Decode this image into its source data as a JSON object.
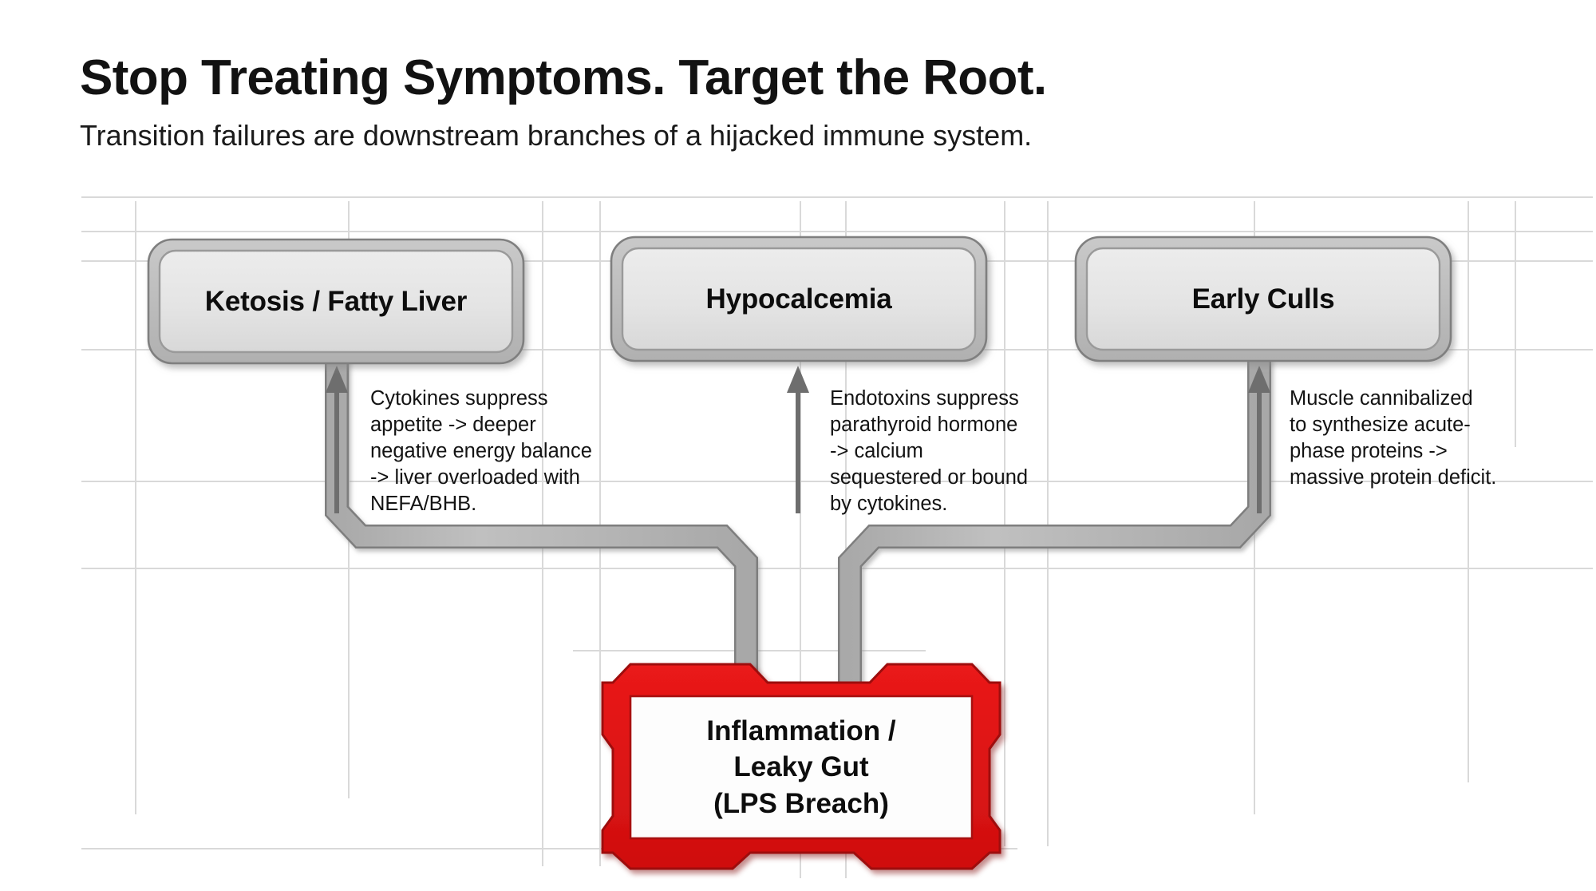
{
  "header": {
    "title": "Stop Treating Symptoms. Target the Root.",
    "subtitle": "Transition failures are downstream branches of a hijacked immune system."
  },
  "colors": {
    "background": "#ffffff",
    "guide_line": "#d9d9d9",
    "node_fill_top": "#e9e9e9",
    "node_fill_bottom": "#dadada",
    "node_border_outer": "#8d8d8d",
    "node_border_inner": "#a0a0a0",
    "connector_fill": "#b3b3b3",
    "connector_edge": "#808080",
    "arrow_head": "#6e6e6e",
    "root_red": "#e41212",
    "root_red_dark": "#a80d0d",
    "root_inner_fill": "#ffffff",
    "text": "#111111"
  },
  "diagram": {
    "type": "root-cause-tree",
    "root": {
      "name": "root-node",
      "label_lines": [
        "Inflammation /",
        "Leaky Gut",
        "(LPS Breach)"
      ],
      "label": "Inflammation / Leaky Gut (LPS Breach)",
      "emphasis": "red"
    },
    "branches": [
      {
        "id": "ketosis-fatty-liver",
        "label": "Ketosis / Fatty Liver",
        "annotation": "Cytokines suppress\nappetite -> deeper\nnegative energy balance\n-> liver overloaded with\nNEFA/BHB.",
        "arrow_direction": "up",
        "connector": "elbow-left"
      },
      {
        "id": "hypocalcemia",
        "label": "Hypocalcemia",
        "annotation": "Endotoxins suppress\nparathyroid hormone\n-> calcium\nsequestered or bound\nby cytokines.",
        "arrow_direction": "up",
        "connector": "straight-center"
      },
      {
        "id": "early-culls",
        "label": "Early Culls",
        "annotation": "Muscle cannibalized\nto synthesize acute-\nphase proteins ->\nmassive protein deficit.",
        "arrow_direction": "up",
        "connector": "elbow-right"
      }
    ]
  },
  "guides": {
    "vertical_x": [
      170,
      437,
      680,
      752,
      1003,
      1060,
      1259,
      1313,
      1572,
      1840,
      1899
    ],
    "horizontal_y": [
      247,
      290,
      327,
      438,
      603,
      712,
      815,
      1063
    ]
  }
}
